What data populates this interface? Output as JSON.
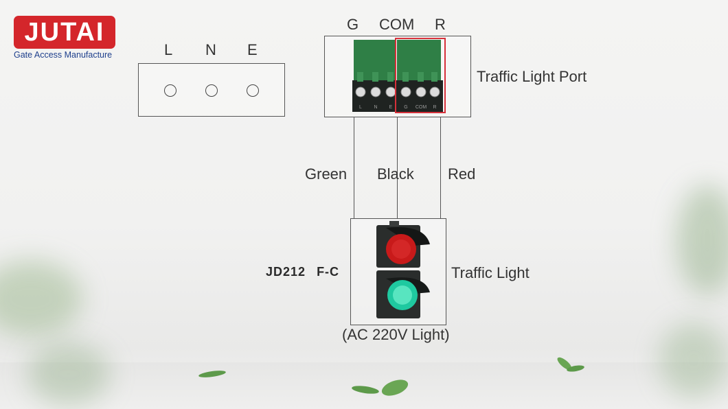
{
  "logo": {
    "brand": "JUTAI",
    "tagline": "Gate Access Manufacture"
  },
  "power_terminal": {
    "labels": [
      "L",
      "N",
      "E"
    ]
  },
  "traffic_port": {
    "pins_top": [
      "G",
      "COM",
      "R"
    ],
    "title": "Traffic Light Port",
    "pin_print": [
      "L",
      "N",
      "E",
      "G",
      "COM",
      "R"
    ]
  },
  "wires": [
    "Green",
    "Black",
    "Red"
  ],
  "traffic_light": {
    "model": "JD212",
    "variant": "F-C",
    "title": "Traffic Light",
    "spec": "(AC 220V Light)"
  },
  "colors": {
    "brand_red": "#d4262b",
    "brand_blue": "#1e3f8c",
    "terminal_green": "#2f7f46",
    "highlight_red": "#d6303a",
    "lamp_red": "#c81a1a",
    "lamp_green": "#1fc9a0"
  }
}
